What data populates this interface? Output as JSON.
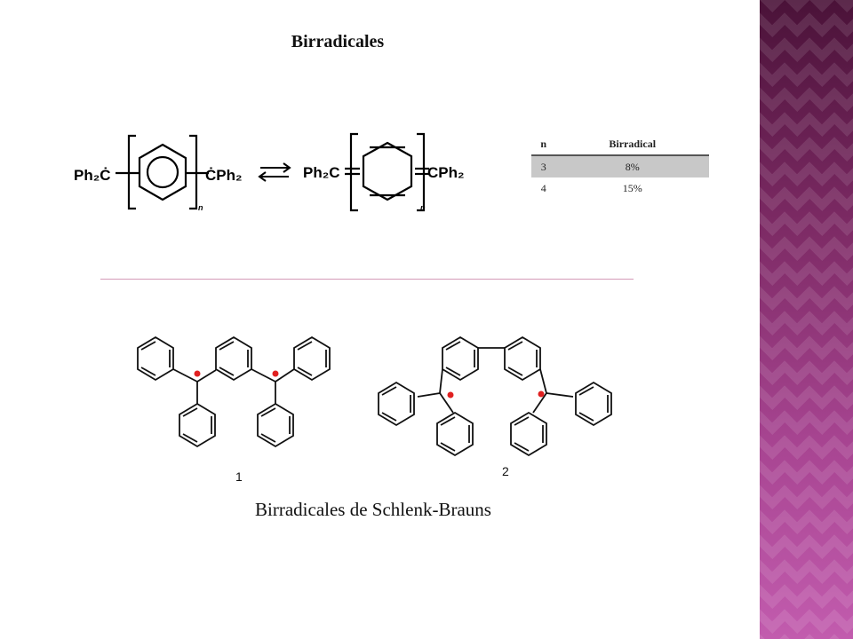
{
  "slide": {
    "title": "Birradicales",
    "caption": "Birradicales de Schlenk-Brauns"
  },
  "reaction": {
    "left_group": "Ph₂Ċ",
    "right_group": "ĊPh₂",
    "subscript_n": "n",
    "quinoid_left": "Ph₂C",
    "quinoid_right": "CPh₂",
    "quinoid_subscript_n": "n"
  },
  "table": {
    "headers": [
      "n",
      "Birradical"
    ],
    "rows": [
      {
        "n": "3",
        "birradical": "8%"
      },
      {
        "n": "4",
        "birradical": "15%"
      }
    ]
  },
  "structures": {
    "label_1": "1",
    "label_2": "2"
  },
  "colors": {
    "band_dark": "#4a1238",
    "band_light": "#c25cae",
    "radical_dot": "#e02020",
    "divider": "#d49ab8"
  }
}
